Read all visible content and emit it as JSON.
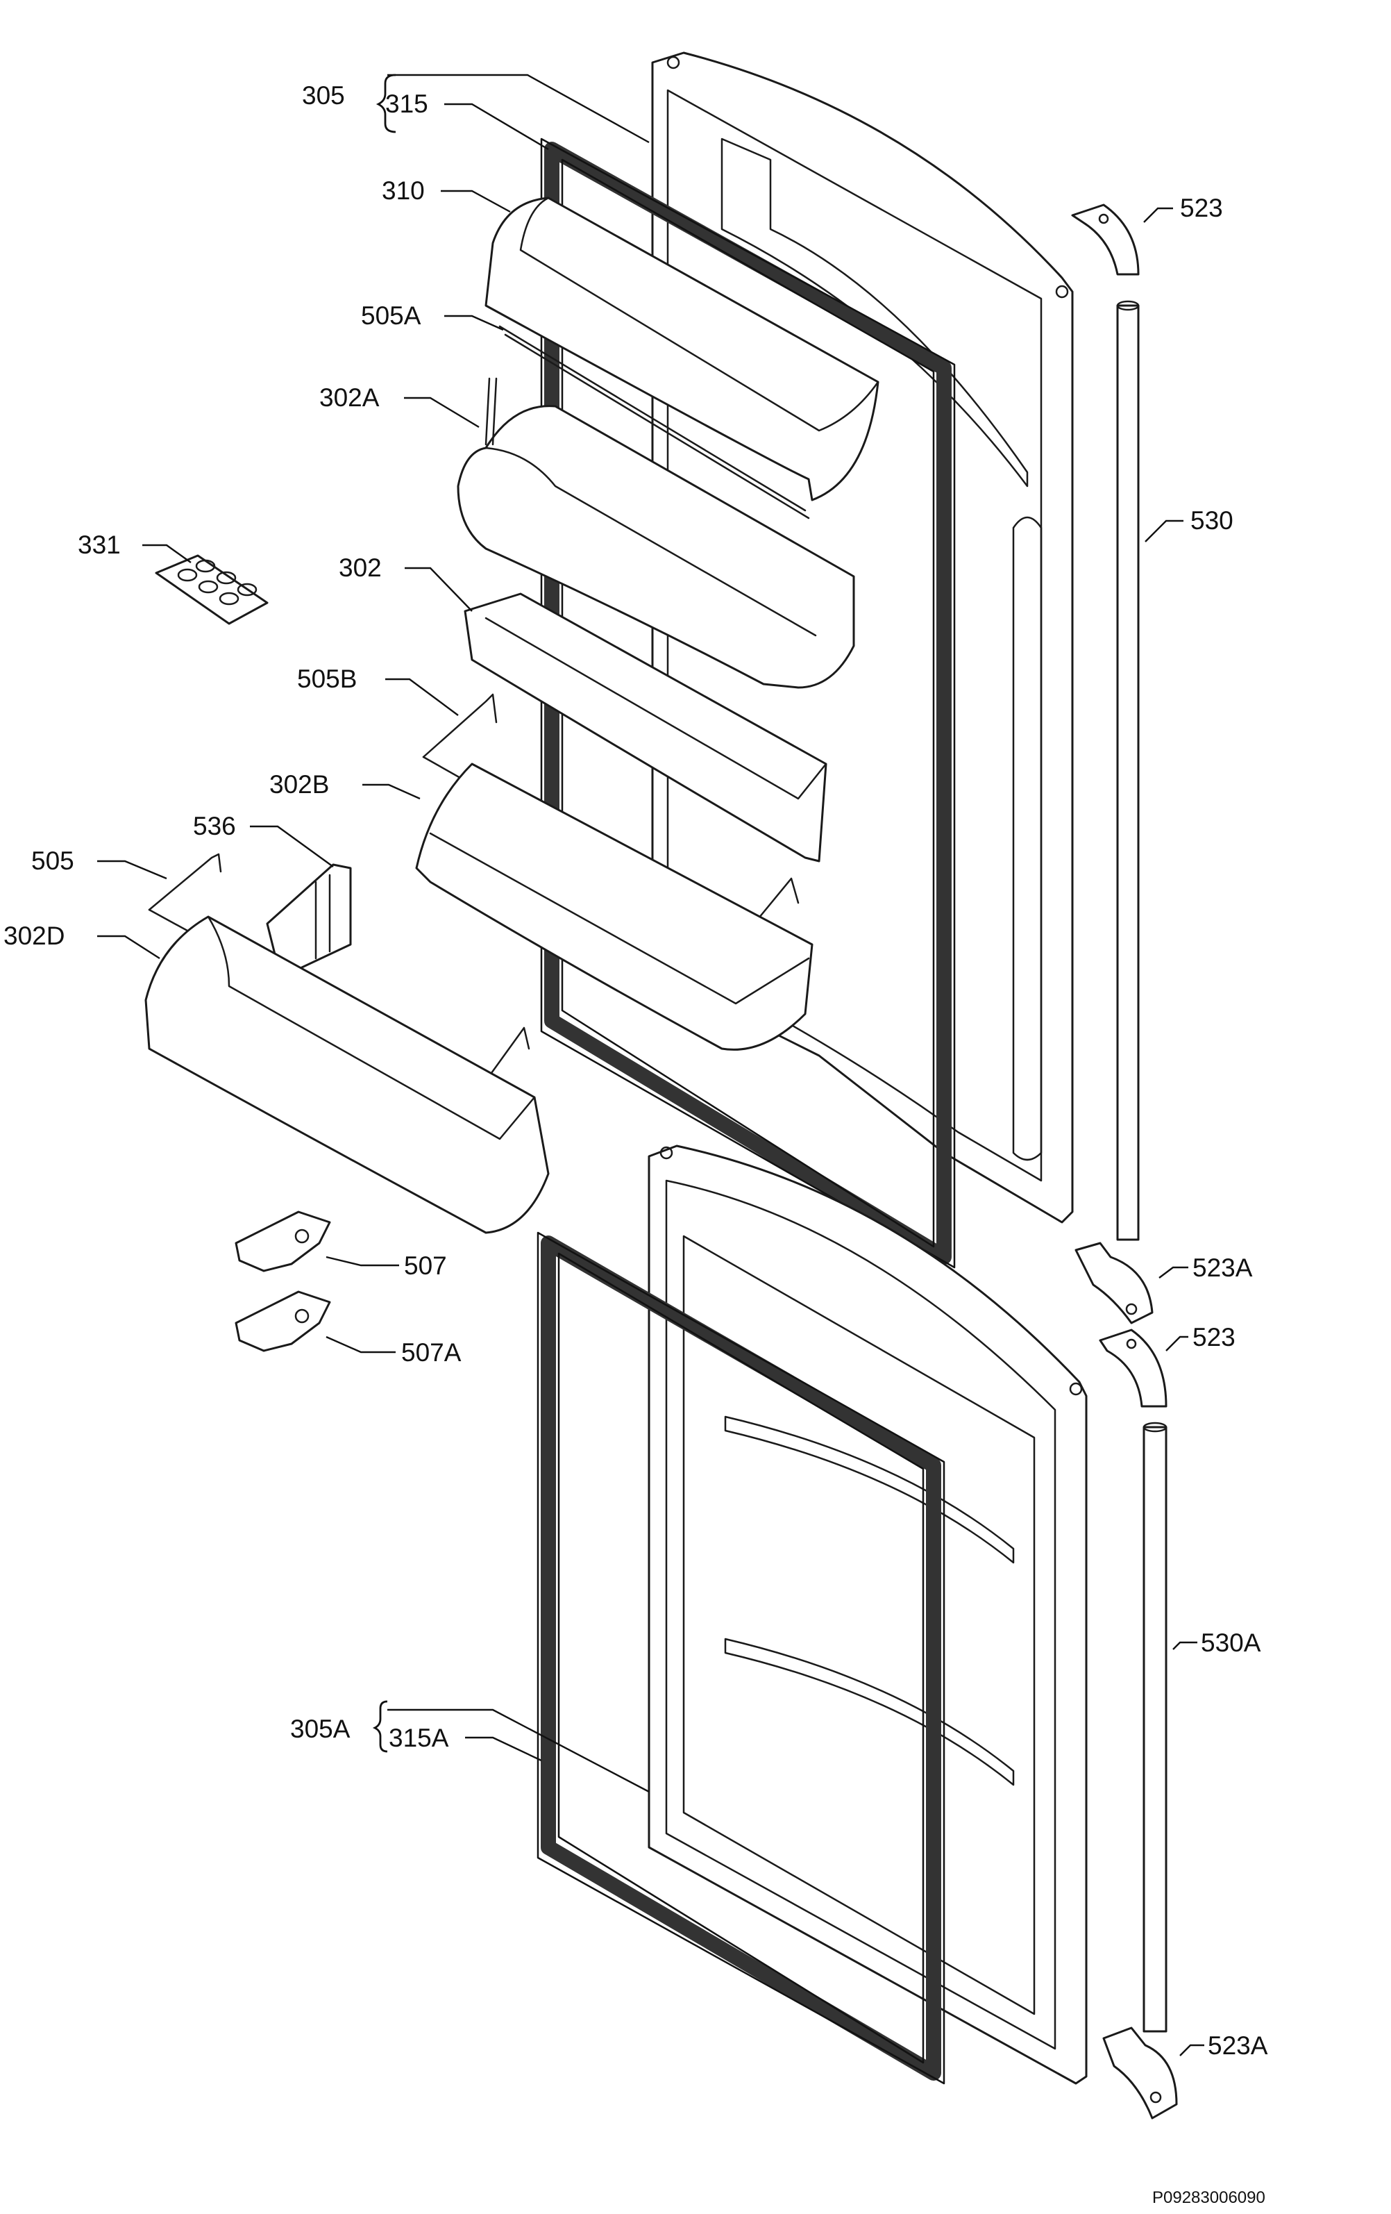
{
  "labels": {
    "l305": "305",
    "l315": "315",
    "l310": "310",
    "l505A": "505A",
    "l302A": "302A",
    "l331": "331",
    "l302": "302",
    "l505B": "505B",
    "l302B": "302B",
    "l536": "536",
    "l505": "505",
    "l302D": "302D",
    "l507": "507",
    "l507A": "507A",
    "l523_top": "523",
    "l530": "530",
    "l523A_mid": "523A",
    "l523_mid": "523",
    "l530A": "530A",
    "l305A": "305A",
    "l315A": "315A",
    "l523A_bot": "523A"
  },
  "drawing_code": "P09283006090"
}
